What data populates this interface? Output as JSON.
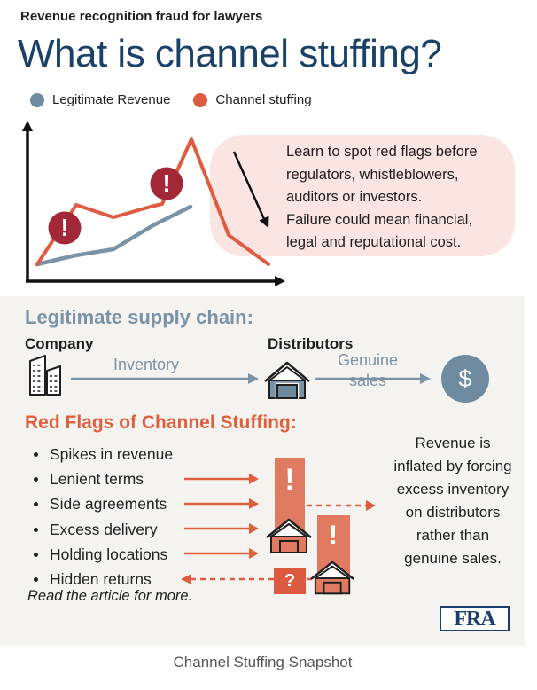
{
  "palette": {
    "navy": "#1a4168",
    "blue_gray": "#7b93a6",
    "blue_gray_dark": "#6e8ba0",
    "salmon": "#df5b41",
    "salmon_light": "#e07b61",
    "badge_red": "#a32837",
    "pink_panel": "#fae5e2",
    "gray_band": "#f4f3f0",
    "logo_navy": "#1c3e6d"
  },
  "header": {
    "eyebrow": "Revenue recognition fraud for lawyers",
    "title": "What is channel stuffing?"
  },
  "legend": {
    "items": [
      {
        "label": "Legitimate Revenue",
        "color": "#6e8ba0"
      },
      {
        "label": "Channel stuffing",
        "color": "#df5b41"
      }
    ]
  },
  "chart_data": {
    "type": "line",
    "title": "",
    "xlabel": "",
    "ylabel": "",
    "axes_unlabeled": true,
    "description": "Conceptual sketch: channel-stuffing revenue spikes above legitimate revenue then crashes; warning badges mark suspicious spikes.",
    "series": [
      {
        "name": "Legitimate Revenue",
        "color": "#7b93a6",
        "points": [
          [
            42,
            298
          ],
          [
            85,
            288
          ],
          [
            128,
            281
          ],
          [
            173,
            254
          ],
          [
            215,
            233
          ]
        ]
      },
      {
        "name": "Channel stuffing",
        "color": "#df5b41",
        "points": [
          [
            42,
            298
          ],
          [
            86,
            231
          ],
          [
            128,
            245
          ],
          [
            170,
            233
          ],
          [
            183,
            230
          ],
          [
            216,
            157
          ],
          [
            258,
            265
          ],
          [
            303,
            298
          ]
        ]
      }
    ],
    "warning_symbol": "!",
    "warnings": [
      {
        "x": 73,
        "y": 257
      },
      {
        "x": 188,
        "y": 207
      }
    ]
  },
  "callout": {
    "lines": [
      "Learn to spot red flags before",
      "regulators, whistleblowers,",
      "auditors or investors.",
      "Failure could mean financial,",
      "legal and reputational cost."
    ]
  },
  "supply_chain": {
    "heading": "Legitimate supply chain:",
    "company_label": "Company",
    "distributors_label": "Distributors",
    "inventory_label": "Inventory",
    "sales_label_lines": [
      "Genuine",
      "sales"
    ],
    "dollar_symbol": "$"
  },
  "red_flags": {
    "heading": "Red Flags of Channel Stuffing:",
    "items": [
      "Spikes in revenue",
      "Lenient terms",
      "Side agreements",
      "Excess delivery",
      "Holding locations",
      "Hidden returns"
    ],
    "note": "Read the article for more.",
    "side_text_lines": [
      "Revenue is",
      "inflated by forcing",
      "excess inventory",
      "on distributors",
      "rather than",
      "genuine sales."
    ],
    "symbols": {
      "bar1": "!",
      "bar2": "!",
      "question": "?"
    }
  },
  "footer": {
    "logo_text": "FRA",
    "caption": "Channel Stuffing Snapshot"
  }
}
